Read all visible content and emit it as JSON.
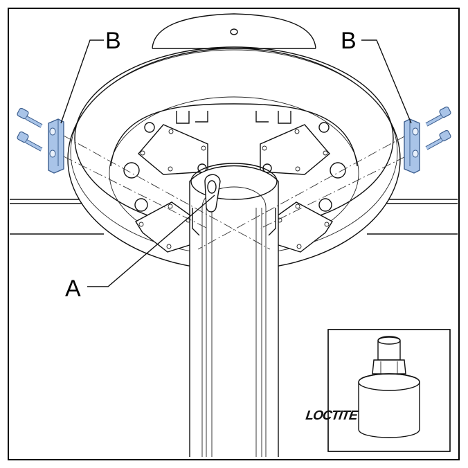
{
  "callouts": {
    "a": "A",
    "b_left": "B",
    "b_right": "B"
  },
  "inset": {
    "logo_text": "LOCTITE"
  },
  "colors": {
    "part_fill": "#a9c4e8",
    "part_stroke": "#3d5f8f",
    "line": "#111111"
  },
  "icons": {
    "bracket": "bracket-icon",
    "screw": "screw-icon",
    "bottle": "threadlocker-bottle-icon"
  }
}
